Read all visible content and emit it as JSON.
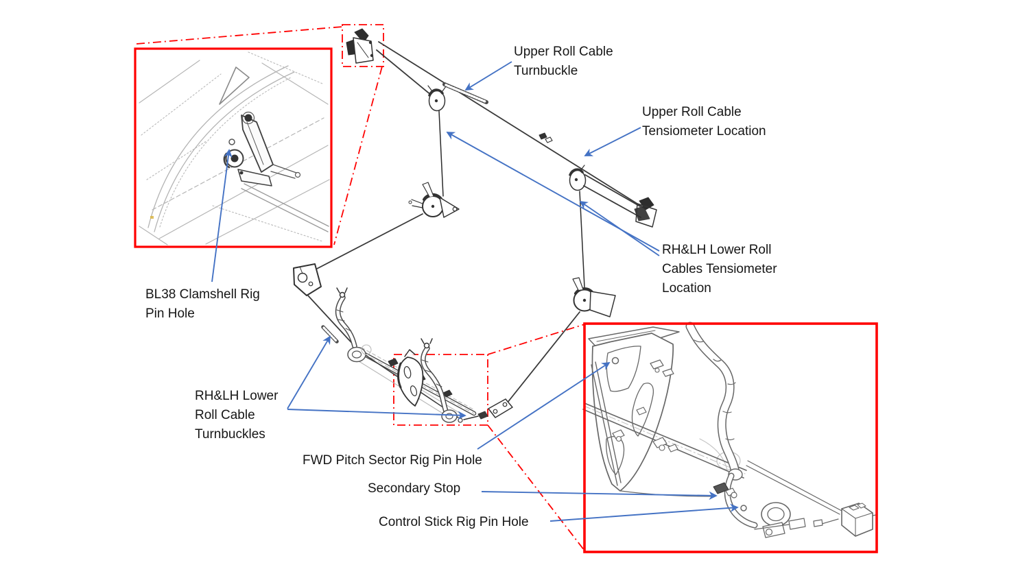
{
  "colors": {
    "callout_red": "#FF0000",
    "arrow_blue": "#4472C4",
    "linework_dark": "#3a3a3a",
    "linework_light_gray": "#a9a9a9",
    "text": "#161616"
  },
  "labels": {
    "upper_roll_cable_turnbuckle": "Upper Roll Cable\nTurnbuckle",
    "upper_roll_cable_tensiometer": "Upper Roll Cable\nTensiometer Location",
    "rhlh_lower_roll_cables_tensiometer": "RH&LH Lower Roll\nCables Tensiometer\nLocation",
    "bl38_clamshell_rig_pin_hole": "BL38 Clamshell Rig\nPin Hole",
    "rhlh_lower_roll_cable_turnbuckles": "RH&LH Lower\nRoll Cable\nTurnbuckles",
    "fwd_pitch_sector_rig_pin_hole": "FWD Pitch Sector Rig Pin Hole",
    "secondary_stop": "Secondary Stop",
    "control_stick_rig_pin_hole": "Control Stick Rig Pin Hole"
  }
}
